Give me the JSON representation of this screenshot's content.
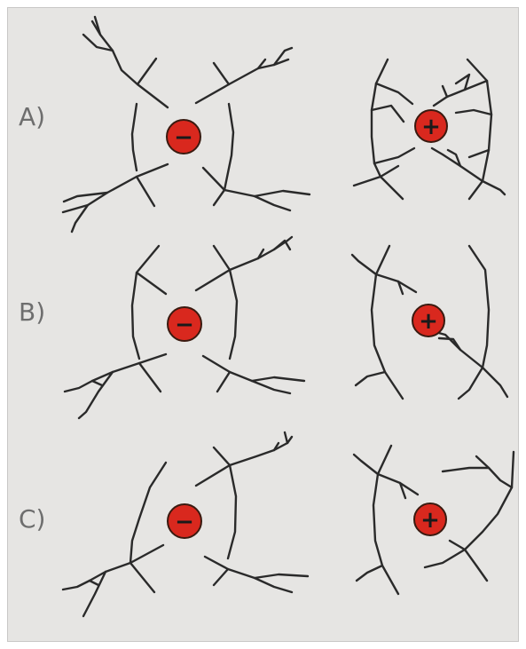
{
  "rows": [
    {
      "label": "A)",
      "left_ion": {
        "sign": "−",
        "charge": "negative"
      },
      "right_ion": {
        "sign": "+",
        "charge": "positive"
      }
    },
    {
      "label": "B)",
      "left_ion": {
        "sign": "−",
        "charge": "negative"
      },
      "right_ion": {
        "sign": "+",
        "charge": "positive"
      }
    },
    {
      "label": "C)",
      "left_ion": {
        "sign": "−",
        "charge": "negative"
      },
      "right_ion": {
        "sign": "+",
        "charge": "positive"
      }
    }
  ],
  "colors": {
    "background": "#e6e5e3",
    "ion_fill": "#d9281e",
    "ion_stroke": "#3a1a10",
    "line": "#2a2a2a",
    "label": "#6e6e6e"
  }
}
